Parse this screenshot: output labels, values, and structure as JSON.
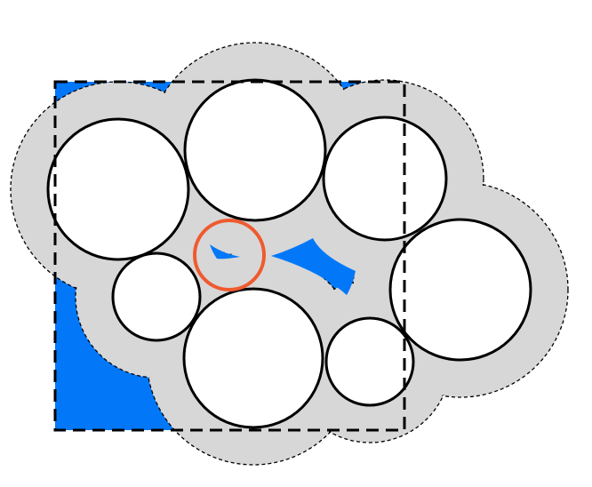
{
  "colors": {
    "background": "#ffffff",
    "region_fill": "#0278f9",
    "buffer_fill": "#d7d7d7",
    "circle_fill": "#ffffff",
    "circle_stroke": "#000000",
    "highlight_stroke": "#ef5a2f"
  },
  "diagram": {
    "elements": [
      "blue-square-region",
      "gray-buffer-zone",
      "large-white-circles",
      "small-white-circles",
      "orange-highlight-circle",
      "dashed-bounding-box"
    ]
  }
}
